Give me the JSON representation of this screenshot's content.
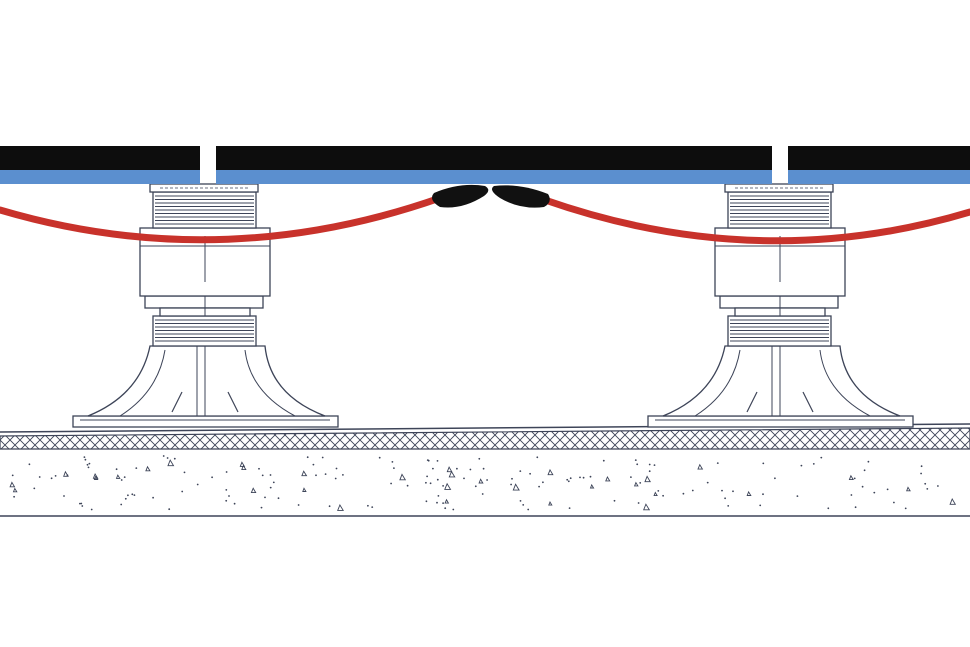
{
  "diagram": {
    "kind": "raised-floor-cross-section",
    "colors": {
      "background": "#ffffff",
      "outline": "#3d4458",
      "tile": "#0d0d0d",
      "tile_underlay": "#5b8fcf",
      "cable": "#c8322b",
      "connector": "#111111",
      "screed_fill": "#ffffff"
    },
    "components": [
      "floor-tile",
      "tile-underlay",
      "adjustable-pedestal",
      "heating-cable",
      "cable-connector",
      "insulation-layer",
      "concrete-screed"
    ]
  }
}
